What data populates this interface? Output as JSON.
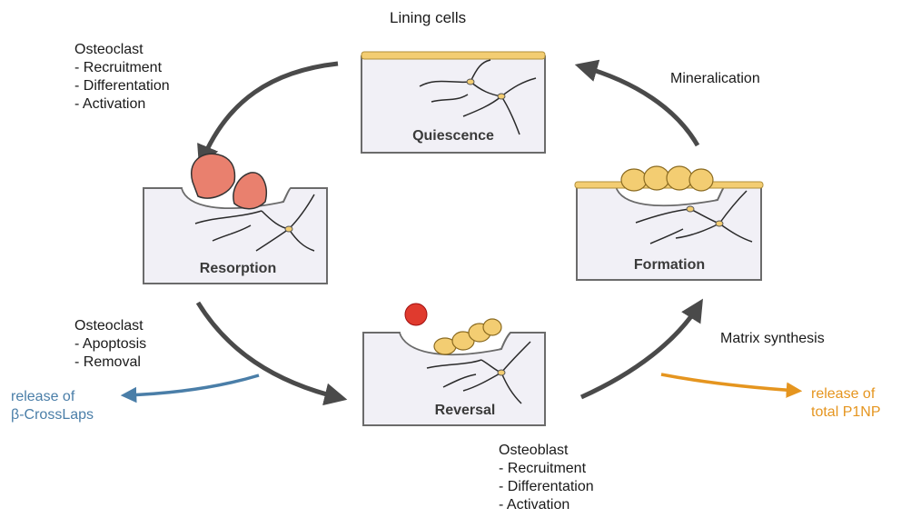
{
  "colors": {
    "bone_fill": "#f1f0f6",
    "bone_stroke": "#6b6b6b",
    "lining": "#f3cd72",
    "osteoclast": "#e9806e",
    "debris": "#e03a2e",
    "cycle_arrow": "#4a4a4a",
    "release_blue": "#4a7ea8",
    "release_orange": "#e5951f"
  },
  "stages": {
    "quiescence": "Quiescence",
    "resorption": "Resorption",
    "reversal": "Reversal",
    "formation": "Formation"
  },
  "labels": {
    "lining_cells": "Lining cells",
    "mineralisation": "Mineralication",
    "matrix_synthesis": "Matrix synthesis",
    "osteoclast_top": {
      "title": "Osteoclast",
      "items": [
        "- Recruitment",
        "- Differentation",
        "- Activation"
      ]
    },
    "osteoclast_bottom": {
      "title": "Osteoclast",
      "items": [
        "- Apoptosis",
        "- Removal"
      ]
    },
    "osteoblast": {
      "title": "Osteoblast",
      "items": [
        "- Recruitment",
        "- Differentation",
        "- Activation"
      ]
    },
    "release_left": [
      "release of",
      "β-CrossLaps"
    ],
    "release_right": [
      "release of",
      "total P1NP"
    ]
  }
}
